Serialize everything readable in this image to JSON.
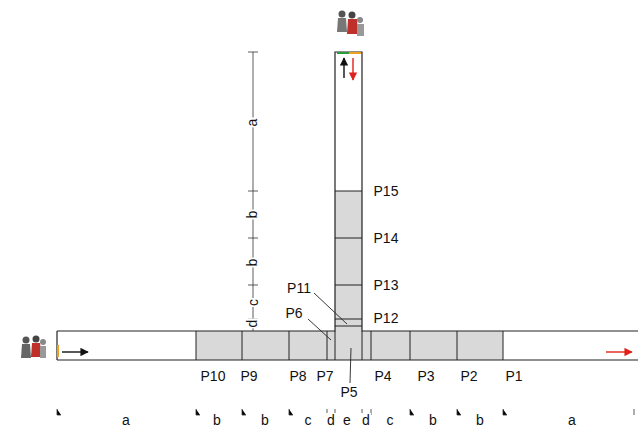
{
  "diagram": {
    "labels": [
      "P15",
      "P14",
      "P13",
      "P12",
      "P11",
      "P6",
      "P10",
      "P9",
      "P8",
      "P7",
      "P5",
      "P4",
      "P3",
      "P2",
      "P1",
      "a",
      "b",
      "b",
      "c",
      "d",
      "e",
      "d",
      "c",
      "b",
      "b",
      "a",
      "a",
      "b",
      "b",
      "c",
      "d"
    ]
  }
}
